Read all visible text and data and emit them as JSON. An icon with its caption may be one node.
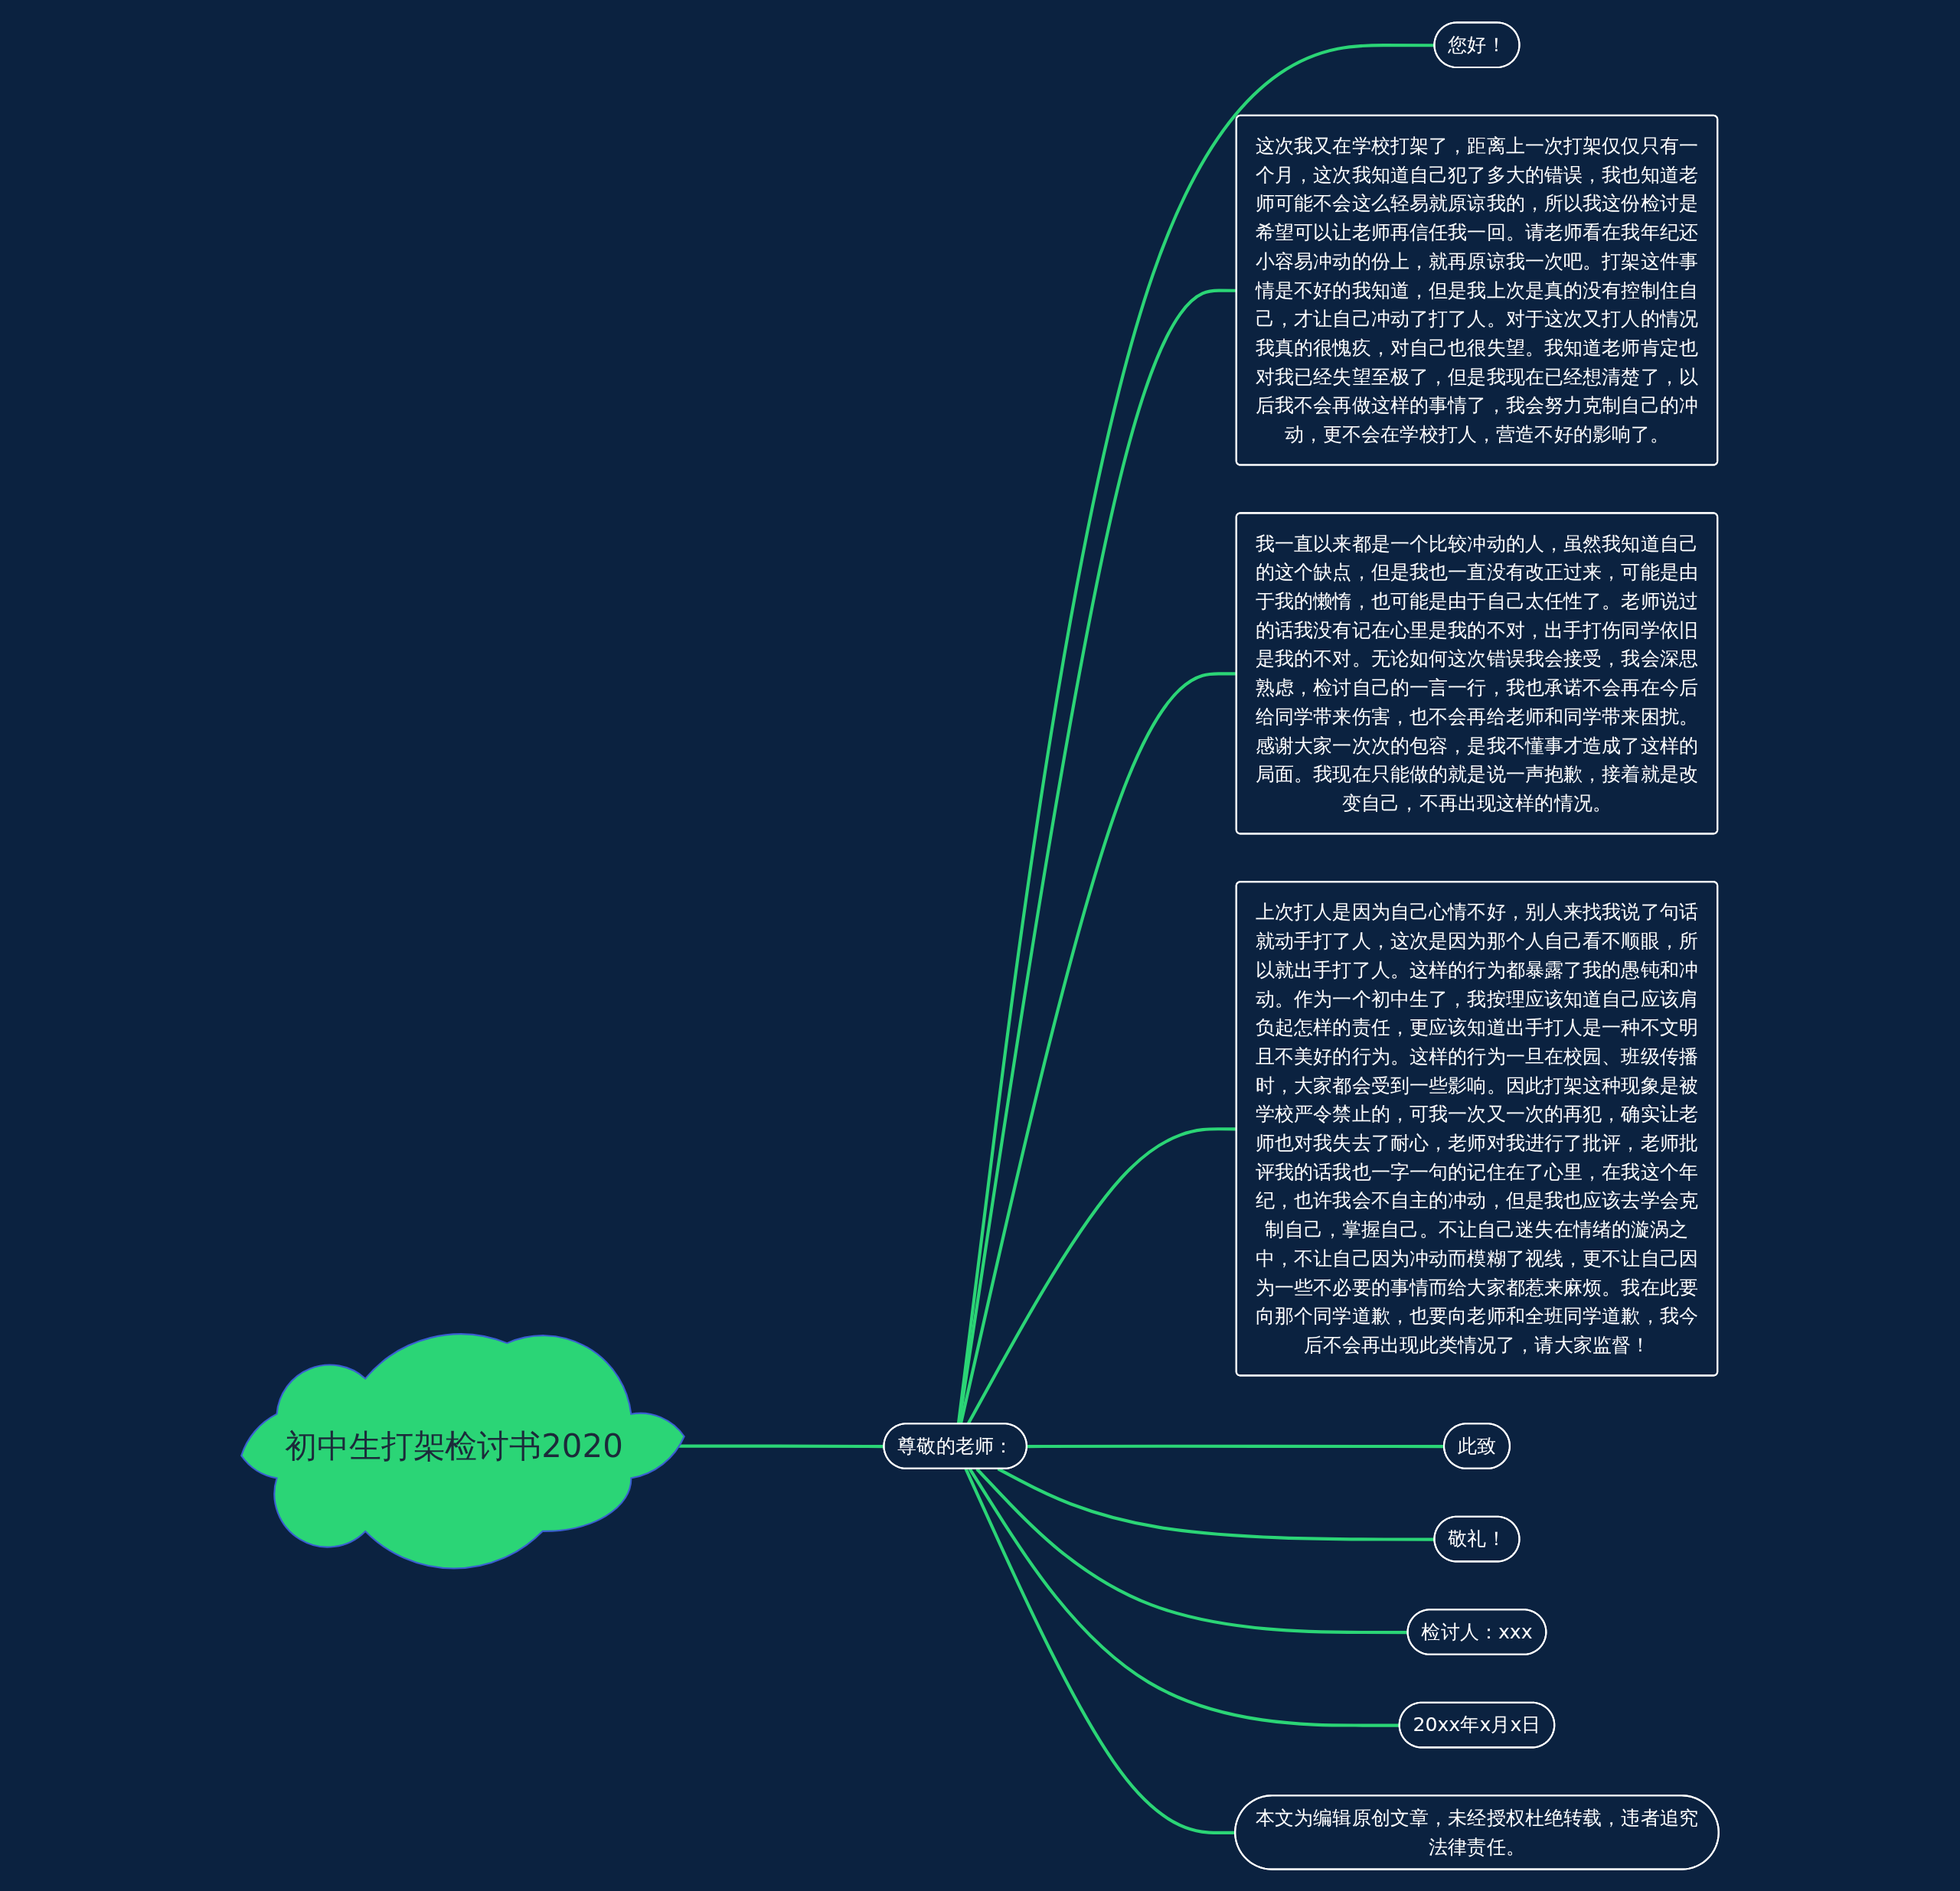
{
  "diagram": {
    "nodes": [
      {
        "text": [
          "初中生打架检讨书2020"
        ]
      },
      {
        "text": [
          "尊敬的老师："
        ]
      },
      {
        "text": [
          "您好！"
        ]
      },
      {
        "text": [
          "这次我又在学校打架了，距离上一次打架仅仅只有一个月，这次我知道自己犯了多大的错误，我也知道老师可能不会这么轻易就原谅我的，所以我这份检讨是希望可以让老师再信任我一回。请老师看在我年纪还小容易冲动的份上，就再原谅我一次吧。打架这件事情是不好的我知道，但是我上次是真的没有控制住自己，才让自己冲动了打了人。对于这次又打人的情况我真的很愧疚，对自己也很失望。我知道老师肯定也对我已经失望至极了，但是我现在已经想清楚了，以后我不会再做这样的事情了，我会努力克制自己的冲动，更不会在学校打人，营造不好的影响了。"
        ]
      },
      {
        "text": [
          "我一直以来都是一个比较冲动的人，虽然我知道自己的这个缺点，但是我也一直没有改正过来，可能是由于我的懒惰，也可能是由于自己太任性了。老师说过的话我没有记在心里是我的不对，出手打伤同学依旧是我的不对。无论如何这次错误我会接受，我会深思熟虑，检讨自己的一言一行，我也承诺不会再在今后给同学带来伤害，也不会再给老师和同学带来困扰。感谢大家一次次的包容，是我不懂事才造成了这样的局面。我现在只能做的就是说一声抱歉，接着就是改变自己，不再出现这样的情况。"
        ]
      },
      {
        "text": [
          "上次打人是因为自己心情不好，别人来找我说了句话就动手打了人，这次是因为那个人自己看不顺眼，所以就出手打了人。这样的行为都暴露了我的愚钝和冲动。作为一个初中生了，我按理应该知道自己应该肩负起怎样的责任，更应该知道出手打人是一种不文明且不美好的行为。这样的行为一旦在校园、班级传播时，大家都会受到一些影响。因此打架这种现象是被学校严令禁止的，可我一次又一次的再犯，确实让老师也对我失去了耐心，老师对我进行了批评，老师批评我的话我也一字一句的记住在了心里，在我这个年纪，也许我会不自主的冲动，但是我也应该去学会克制自己，掌握自己。不让自己迷失在情绪的漩涡之中，不让自己因为冲动而模糊了视线，更不让自己因为一些不必要的事情而给大家都惹来麻烦。我在此要向那个同学道歉，也要向老师和全班同学道歉，我今后不会再出现此类情况了，请大家监督！"
        ]
      },
      {
        "text": [
          "此致"
        ]
      },
      {
        "text": [
          "敬礼！"
        ]
      },
      {
        "text": [
          "检讨人：xxx"
        ]
      },
      {
        "text": [
          "20xx年x月x日"
        ]
      },
      {
        "text": [
          "本文为编辑原创文章，未经授权杜绝转载，违者追究法律责任。"
        ]
      }
    ],
    "edges": [
      {
        "from": 0,
        "to": 1,
        "arrow": "none"
      },
      {
        "from": 1,
        "to": 2,
        "arrow": "none"
      },
      {
        "from": 1,
        "to": 3,
        "arrow": "none"
      },
      {
        "from": 1,
        "to": 4,
        "arrow": "none"
      },
      {
        "from": 1,
        "to": 5,
        "arrow": "none"
      },
      {
        "from": 1,
        "to": 6,
        "arrow": "none"
      },
      {
        "from": 1,
        "to": 7,
        "arrow": "none"
      },
      {
        "from": 1,
        "to": 8,
        "arrow": "none"
      },
      {
        "from": 1,
        "to": 9,
        "arrow": "none"
      },
      {
        "from": 1,
        "to": 10,
        "arrow": "none"
      }
    ]
  }
}
